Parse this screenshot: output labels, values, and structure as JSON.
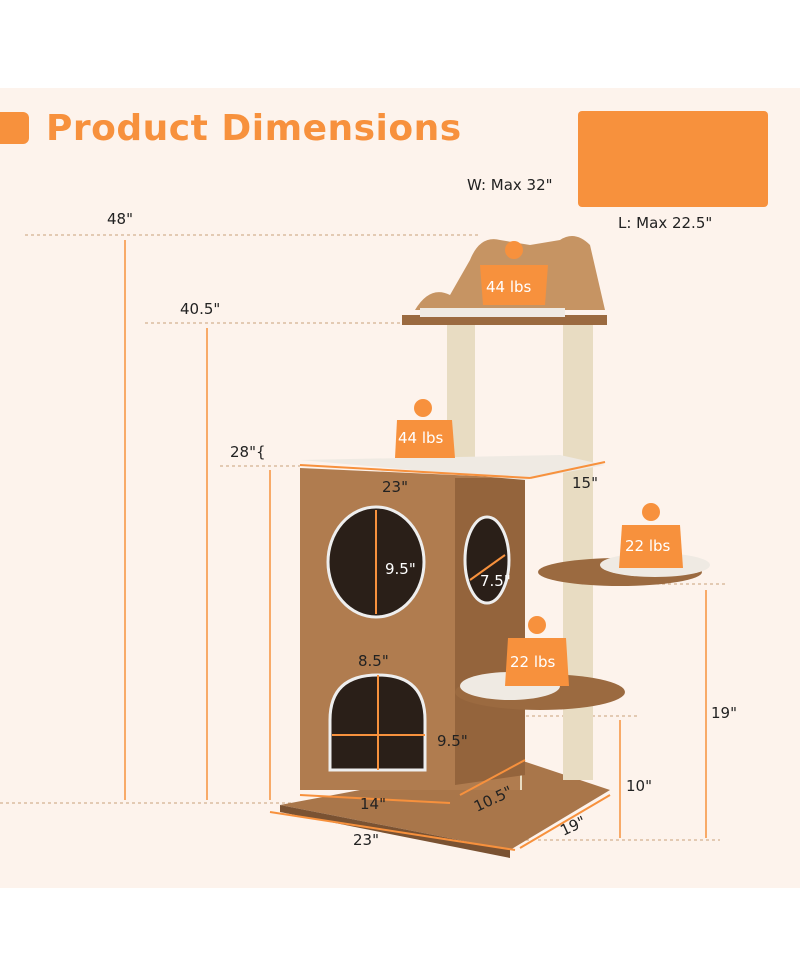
{
  "header": {
    "title": "Product Dimensions"
  },
  "perch_size": {
    "width": "W: Max 32\"",
    "length": "L: Max 22.5\""
  },
  "colors": {
    "accent": "#f7913d",
    "background": "#fdf3ec",
    "wood": "#a9764a"
  },
  "heights": {
    "total": "48\"",
    "top_platform": "40.5\"",
    "cabinet": "28\"{",
    "right_perch": "19\"",
    "left_perch": "10\""
  },
  "cabinet": {
    "top_width": "23\"",
    "top_depth": "15\"",
    "upper_hole": "9.5\"",
    "side_hole": "7.5\"",
    "lower_hole_width": "8.5\"",
    "lower_hole_height": "9.5\"",
    "inner_width": "14\"",
    "inner_depth": "10.5\""
  },
  "base": {
    "width": "23\"",
    "depth": "19\""
  },
  "load": {
    "top": "44 lbs",
    "cabinet": "44 lbs",
    "right_perch": "22 lbs",
    "left_perch": "22 lbs"
  }
}
